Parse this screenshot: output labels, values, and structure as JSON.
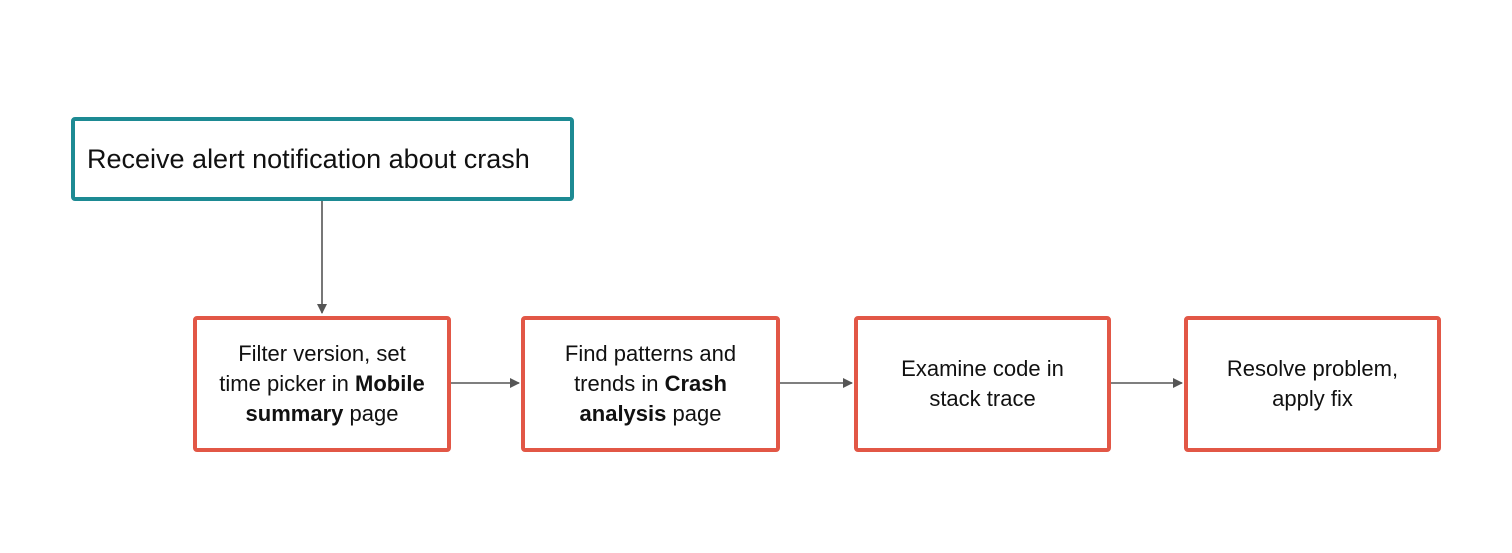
{
  "nodes": {
    "start": {
      "text": "Receive alert notification about crash"
    },
    "step1": {
      "line1": "Filter version, set",
      "line2_pre": "time picker in ",
      "line2_bold": "Mobile",
      "line3_bold": "summary",
      "line3_post": " page"
    },
    "step2": {
      "line1": "Find patterns and",
      "line2_pre": "trends in ",
      "line2_bold": "Crash",
      "line3_bold": "analysis",
      "line3_post": " page"
    },
    "step3": {
      "line1": "Examine code in",
      "line2": "stack trace"
    },
    "step4": {
      "line1": "Resolve problem,",
      "line2": "apply fix"
    }
  },
  "colors": {
    "start_border": "#1d8a93",
    "step_border": "#e25746",
    "connector": "#555555"
  }
}
